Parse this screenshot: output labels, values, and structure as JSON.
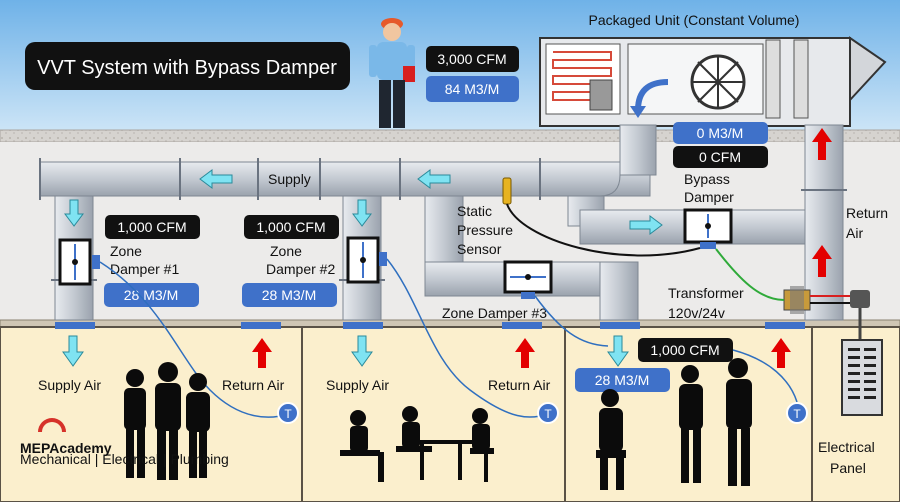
{
  "title": "VVT System with Bypass Damper",
  "packaged_unit": {
    "label": "Packaged Unit (Constant Volume)",
    "cfm": "3,000 CFM",
    "m3m": "84 M3/M"
  },
  "bypass": {
    "label_line1": "Bypass",
    "label_line2": "Damper",
    "m3m": "0 M3/M",
    "cfm": "0 CFM"
  },
  "labels": {
    "supply": "Supply",
    "return_air_line1": "Return",
    "return_air_line2": "Air",
    "static_line1": "Static",
    "static_line2": "Pressure",
    "static_line3": "Sensor",
    "transformer_line1": "Transformer",
    "transformer_line2": "120v/24v",
    "electrical_line1": "Electrical",
    "electrical_line2": "Panel",
    "thermostat": "T"
  },
  "zones": [
    {
      "damper_line1": "Zone",
      "damper_line2": "Damper #1",
      "cfm": "1,000 CFM",
      "m3m": "28 M3/M",
      "supply_air": "Supply Air",
      "return_air": "Return Air"
    },
    {
      "damper_line1": "Zone",
      "damper_line2": "Damper #2",
      "cfm": "1,000 CFM",
      "m3m": "28 M3/M",
      "supply_air": "Supply Air",
      "return_air": "Return Air"
    },
    {
      "damper_line1": "Zone Damper #3",
      "cfm": "1,000 CFM",
      "m3m": "28 M3/M"
    }
  ],
  "logo": {
    "name": "MEPAcademy",
    "tagline": "Mechanical | Electrical | Plumbing"
  },
  "colors": {
    "sky": "#8ec3ec",
    "ceiling": "#ecebea",
    "room": "#fbefcd",
    "duct": "#c9cfd6",
    "badge_black": "#111111",
    "badge_blue": "#3f71c9",
    "arrow_supply": "#7fe3f2",
    "arrow_return": "#e30000",
    "wire": "#2f6fbf"
  }
}
